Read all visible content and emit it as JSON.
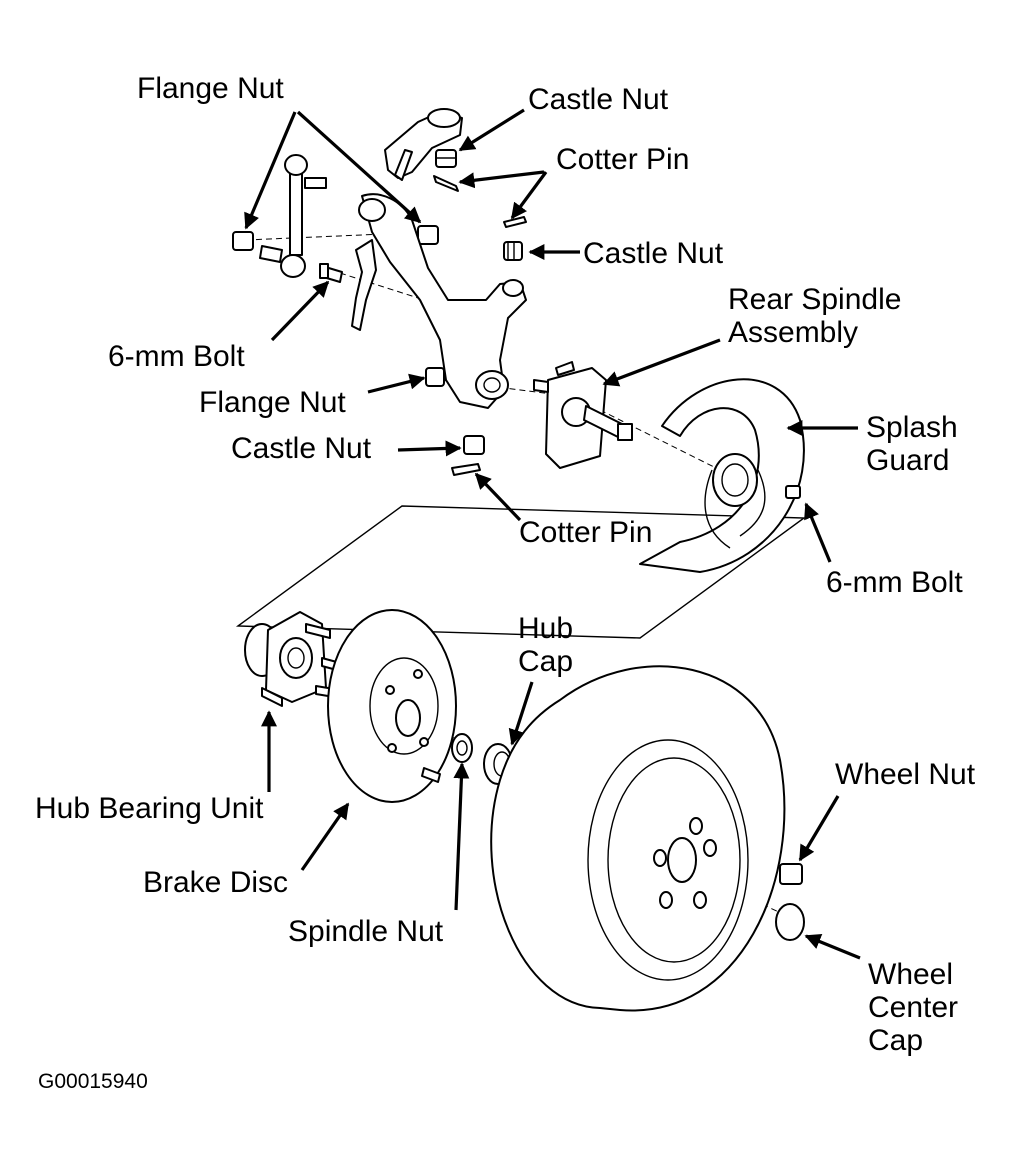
{
  "diagram": {
    "labels": {
      "flange_nut_top": "Flange Nut",
      "castle_nut_top": "Castle Nut",
      "cotter_pin_top": "Cotter Pin",
      "castle_nut_mid": "Castle Nut",
      "rear_spindle_line1": "Rear Spindle",
      "rear_spindle_line2": "Assembly",
      "bolt_6mm_left": "6-mm Bolt",
      "flange_nut_mid": "Flange Nut",
      "castle_nut_low": "Castle Nut",
      "splash_guard_line1": "Splash",
      "splash_guard_line2": "Guard",
      "cotter_pin_low": "Cotter Pin",
      "bolt_6mm_right": "6-mm Bolt",
      "hub_cap_line1": "Hub",
      "hub_cap_line2": "Cap",
      "wheel_nut": "Wheel Nut",
      "hub_bearing_unit": "Hub Bearing Unit",
      "brake_disc": "Brake Disc",
      "spindle_nut": "Spindle Nut",
      "wheel_center_cap_line1": "Wheel",
      "wheel_center_cap_line2": "Center",
      "wheel_center_cap_line3": "Cap"
    },
    "figure_code": "G00015940"
  }
}
